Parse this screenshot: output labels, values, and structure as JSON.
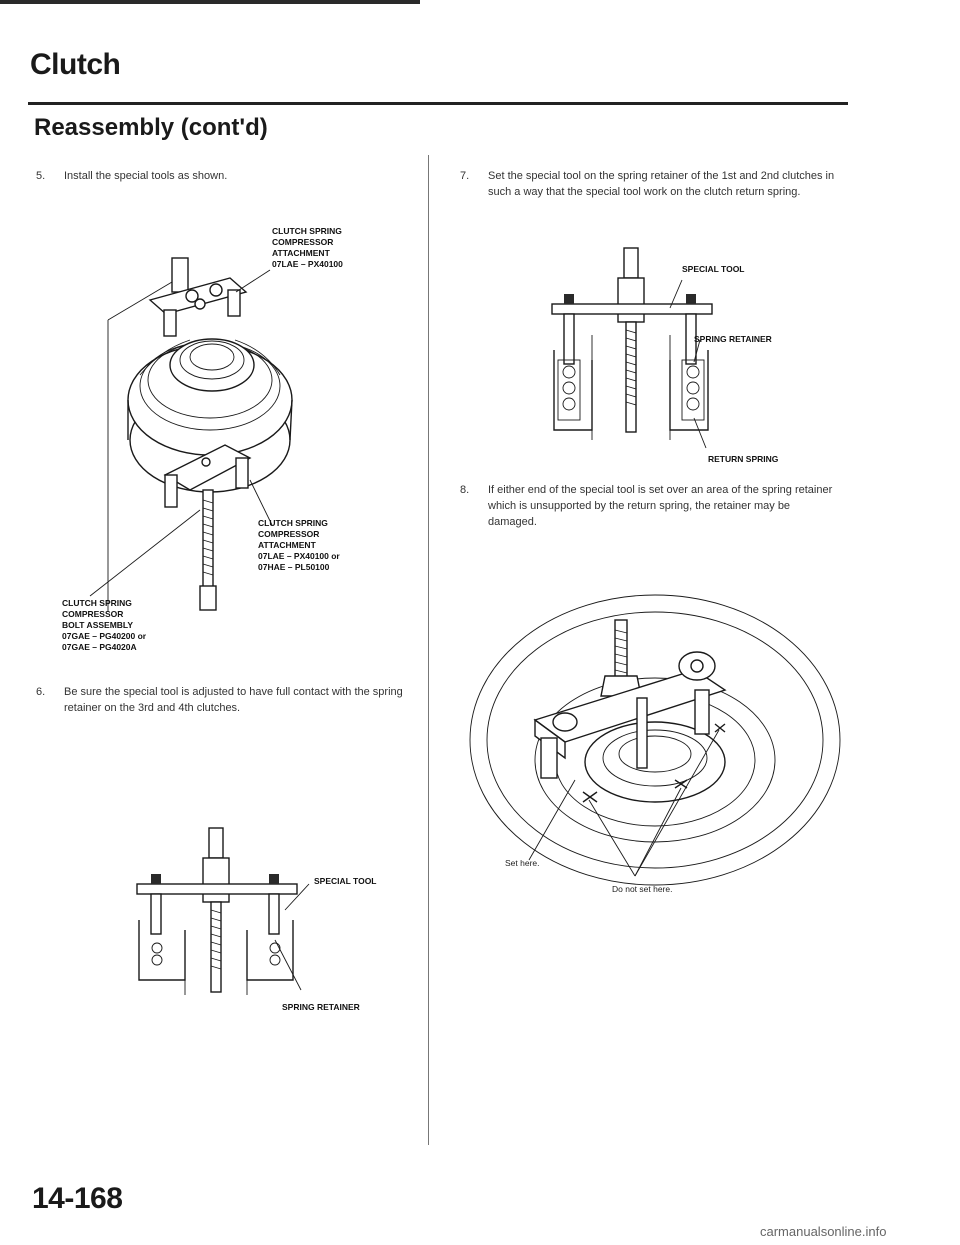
{
  "header": {
    "section_title": "Clutch",
    "subtitle": "Reassembly (cont'd)"
  },
  "steps": [
    {
      "number": "5.",
      "text": "Install the special tools as shown."
    },
    {
      "number": "6.",
      "text": "Be sure the special tool is adjusted to have full contact with the spring retainer on the 3rd and 4th clutches."
    },
    {
      "number": "7.",
      "text": "Set the special tool on the spring retainer of the 1st and 2nd clutches in such a way that the special tool work on the clutch return spring."
    },
    {
      "number": "8.",
      "text": "If either end of the special tool is set over an area of the spring retainer which is unsupported by the return spring, the retainer may be damaged."
    }
  ],
  "figure1": {
    "label_attachment_top": "CLUTCH SPRING\nCOMPRESSOR\nATTACHMENT\n07LAE – PX40100",
    "label_attachment_bottom": "CLUTCH SPRING\nCOMPRESSOR\nATTACHMENT\n07LAE – PX40100 or\n07HAE – PL50100",
    "label_bolt": "CLUTCH SPRING\nCOMPRESSOR\nBOLT ASSEMBLY\n07GAE – PG40200 or\n07GAE – PG4020A"
  },
  "figure2": {
    "label_tool": "SPECIAL TOOL",
    "label_retainer": "SPRING RETAINER"
  },
  "figure3": {
    "label_tool": "SPECIAL TOOL",
    "label_retainer": "SPRING RETAINER",
    "label_spring": "RETURN SPRING"
  },
  "figure4": {
    "label_set": "Set here.",
    "label_not": "Do not set here."
  },
  "footer": {
    "page_number": "14-168",
    "watermark": "carmanualsonline.info"
  }
}
